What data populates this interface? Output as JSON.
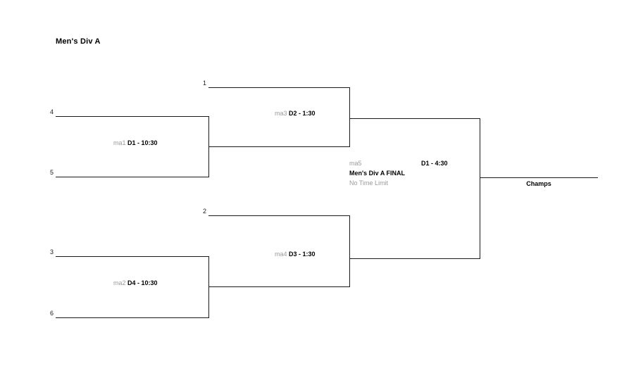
{
  "title": "Men's Div A",
  "bracket": {
    "seeds": {
      "s1": "1",
      "s2": "2",
      "s3": "3",
      "s4": "4",
      "s5": "5",
      "s6": "6"
    },
    "matches": [
      {
        "id": "ma1",
        "code": "ma1",
        "field_time": "D1 - 10:30",
        "round": "first-round-upper"
      },
      {
        "id": "ma2",
        "code": "ma2",
        "field_time": "D4 - 10:30",
        "round": "first-round-lower"
      },
      {
        "id": "ma3",
        "code": "ma3",
        "field_time": "D2 - 1:30",
        "round": "semifinal-upper"
      },
      {
        "id": "ma4",
        "code": "ma4",
        "field_time": "D3 - 1:30",
        "round": "semifinal-lower"
      }
    ],
    "final": {
      "code": "ma5",
      "field_time": "D1 - 4:30",
      "name": "Men's Div A FINAL",
      "note": "No Time Limit"
    },
    "champion_label": "Champs"
  },
  "colors": {
    "line": "#1a1a1a",
    "muted_text": "#9a9a9a",
    "text": "#000000",
    "background": "#ffffff"
  }
}
